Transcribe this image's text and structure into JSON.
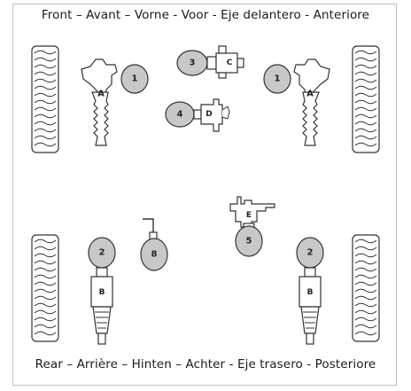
{
  "captions": {
    "front": "Front – Avant – Vorne - Voor - Eje delantero - Anteriore",
    "rear": "Rear – Arrière – Hinten – Achter - Eje trasero - Posteriore"
  },
  "labels": {
    "part_1": "1",
    "part_2": "2",
    "part_3": "3",
    "part_4": "4",
    "part_5": "5",
    "part_8": "8",
    "part_A": "A",
    "part_B": "B",
    "part_C": "C",
    "part_D": "D",
    "part_E": "E"
  },
  "colors": {
    "stroke": "#333333",
    "ball_fill": "#c8c8c8",
    "tire_fill": "#ffffff"
  }
}
